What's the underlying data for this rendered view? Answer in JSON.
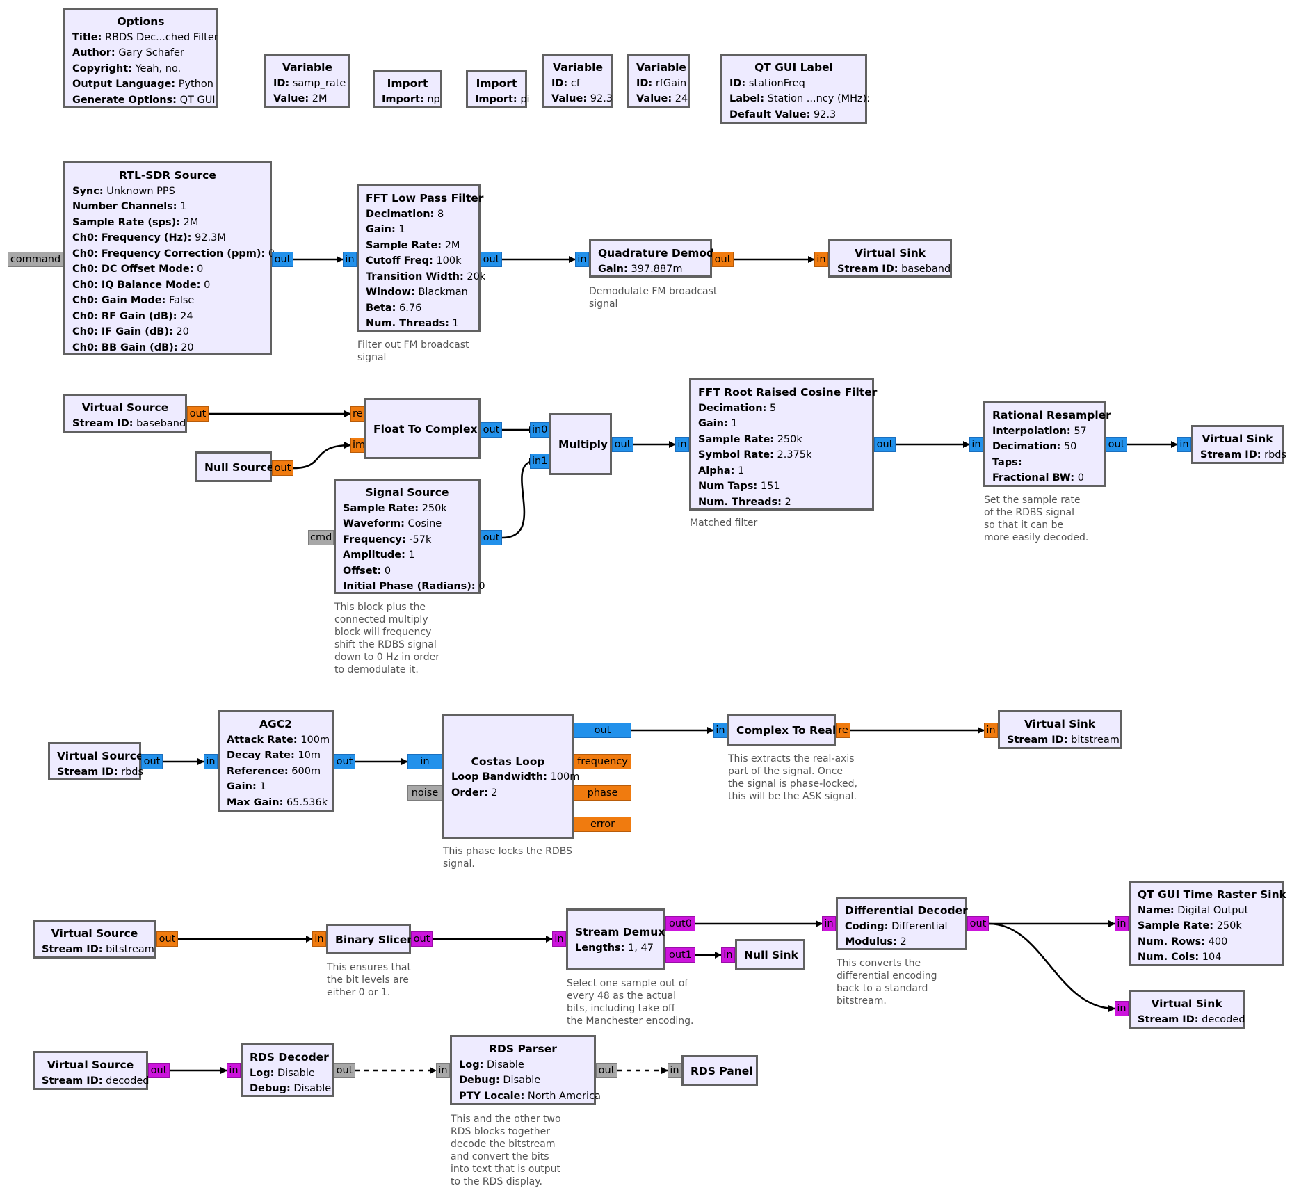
{
  "colors": {
    "block_fill": "#eeebff",
    "block_border": "#616161",
    "complex_port": "#2291eb",
    "float_port": "#f07b0f",
    "byte_port": "#cc14dc",
    "message_port": "#a8a8a8",
    "comment_text": "#555555"
  },
  "blocks": {
    "options": {
      "title": "Options",
      "params": [
        {
          "k": "Title:",
          "v": "RBDS Dec...ched Filter"
        },
        {
          "k": "Author:",
          "v": "Gary Schafer"
        },
        {
          "k": "Copyright:",
          "v": "Yeah, no."
        },
        {
          "k": "Output Language:",
          "v": "Python"
        },
        {
          "k": "Generate Options:",
          "v": "QT GUI"
        }
      ]
    },
    "var_samp_rate": {
      "title": "Variable",
      "params": [
        {
          "k": "ID:",
          "v": "samp_rate"
        },
        {
          "k": "Value:",
          "v": "2M"
        }
      ]
    },
    "import_np": {
      "title": "Import",
      "params": [
        {
          "k": "Import:",
          "v": "np"
        }
      ]
    },
    "import_pi": {
      "title": "Import",
      "params": [
        {
          "k": "Import:",
          "v": "pi"
        }
      ]
    },
    "var_cf": {
      "title": "Variable",
      "params": [
        {
          "k": "ID:",
          "v": "cf"
        },
        {
          "k": "Value:",
          "v": "92.3"
        }
      ]
    },
    "var_rfgain": {
      "title": "Variable",
      "params": [
        {
          "k": "ID:",
          "v": "rfGain"
        },
        {
          "k": "Value:",
          "v": "24"
        }
      ]
    },
    "qt_label": {
      "title": "QT GUI Label",
      "params": [
        {
          "k": "ID:",
          "v": "stationFreq"
        },
        {
          "k": "Label:",
          "v": "Station ...ncy (MHz):"
        },
        {
          "k": "Default Value:",
          "v": "92.3"
        }
      ]
    },
    "rtl_sdr": {
      "title": "RTL-SDR Source",
      "params": [
        {
          "k": "Sync:",
          "v": "Unknown PPS"
        },
        {
          "k": "Number Channels:",
          "v": "1"
        },
        {
          "k": "Sample Rate (sps):",
          "v": "2M"
        },
        {
          "k": "Ch0: Frequency (Hz):",
          "v": "92.3M"
        },
        {
          "k": "Ch0: Frequency Correction (ppm):",
          "v": "0"
        },
        {
          "k": "Ch0: DC Offset Mode:",
          "v": "0"
        },
        {
          "k": "Ch0: IQ Balance Mode:",
          "v": "0"
        },
        {
          "k": "Ch0: Gain Mode:",
          "v": "False"
        },
        {
          "k": "Ch0: RF Gain (dB):",
          "v": "24"
        },
        {
          "k": "Ch0: IF Gain (dB):",
          "v": "20"
        },
        {
          "k": "Ch0: BB Gain (dB):",
          "v": "20"
        }
      ],
      "ports": {
        "command": "command",
        "out": "out"
      }
    },
    "fft_lpf": {
      "title": "FFT Low Pass Filter",
      "params": [
        {
          "k": "Decimation:",
          "v": "8"
        },
        {
          "k": "Gain:",
          "v": "1"
        },
        {
          "k": "Sample Rate:",
          "v": "2M"
        },
        {
          "k": "Cutoff Freq:",
          "v": "100k"
        },
        {
          "k": "Transition Width:",
          "v": "20k"
        },
        {
          "k": "Window:",
          "v": "Blackman"
        },
        {
          "k": "Beta:",
          "v": "6.76"
        },
        {
          "k": "Num. Threads:",
          "v": "1"
        }
      ],
      "ports": {
        "in": "in",
        "out": "out"
      },
      "comment": "Filter out FM broadcast\nsignal"
    },
    "quad_demod": {
      "title": "Quadrature Demod",
      "params": [
        {
          "k": "Gain:",
          "v": "397.887m"
        }
      ],
      "ports": {
        "in": "in",
        "out": "out"
      },
      "comment": "Demodulate FM broadcast\nsignal"
    },
    "vsink_baseband": {
      "title": "Virtual Sink",
      "params": [
        {
          "k": "Stream ID:",
          "v": "baseband"
        }
      ],
      "ports": {
        "in": "in"
      }
    },
    "vsrc_baseband": {
      "title": "Virtual Source",
      "params": [
        {
          "k": "Stream ID:",
          "v": "baseband"
        }
      ],
      "ports": {
        "out": "out"
      }
    },
    "null_source": {
      "title": "Null Source",
      "ports": {
        "out": "out"
      }
    },
    "float_to_complex": {
      "title": "Float To Complex",
      "ports": {
        "re": "re",
        "im": "im",
        "out": "out"
      }
    },
    "multiply": {
      "title": "Multiply",
      "ports": {
        "in0": "in0",
        "in1": "in1",
        "out": "out"
      }
    },
    "signal_source": {
      "title": "Signal Source",
      "params": [
        {
          "k": "Sample Rate:",
          "v": "250k"
        },
        {
          "k": "Waveform:",
          "v": "Cosine"
        },
        {
          "k": "Frequency:",
          "v": "-57k"
        },
        {
          "k": "Amplitude:",
          "v": "1"
        },
        {
          "k": "Offset:",
          "v": "0"
        },
        {
          "k": "Initial Phase (Radians):",
          "v": "0"
        }
      ],
      "ports": {
        "cmd": "cmd",
        "out": "out"
      },
      "comment": "This block plus the\nconnected multiply\nblock will frequency\nshift the RDBS signal\ndown to 0 Hz in order\nto demodulate it."
    },
    "fft_rrc": {
      "title": "FFT Root Raised Cosine Filter",
      "params": [
        {
          "k": "Decimation:",
          "v": "5"
        },
        {
          "k": "Gain:",
          "v": "1"
        },
        {
          "k": "Sample Rate:",
          "v": "250k"
        },
        {
          "k": "Symbol Rate:",
          "v": "2.375k"
        },
        {
          "k": "Alpha:",
          "v": "1"
        },
        {
          "k": "Num Taps:",
          "v": "151"
        },
        {
          "k": "Num. Threads:",
          "v": "2"
        }
      ],
      "ports": {
        "in": "in",
        "out": "out"
      },
      "comment": "Matched filter"
    },
    "rational_resampler": {
      "title": "Rational Resampler",
      "params": [
        {
          "k": "Interpolation:",
          "v": "57"
        },
        {
          "k": "Decimation:",
          "v": "50"
        },
        {
          "k": "Taps:",
          "v": ""
        },
        {
          "k": "Fractional BW:",
          "v": "0"
        }
      ],
      "ports": {
        "in": "in",
        "out": "out"
      },
      "comment": "Set the sample rate\nof the RDBS signal\nso that it can be\nmore easily decoded."
    },
    "vsink_rbds": {
      "title": "Virtual Sink",
      "params": [
        {
          "k": "Stream ID:",
          "v": "rbds"
        }
      ],
      "ports": {
        "in": "in"
      }
    },
    "vsrc_rbds": {
      "title": "Virtual Source",
      "params": [
        {
          "k": "Stream ID:",
          "v": "rbds"
        }
      ],
      "ports": {
        "out": "out"
      }
    },
    "agc2": {
      "title": "AGC2",
      "params": [
        {
          "k": "Attack Rate:",
          "v": "100m"
        },
        {
          "k": "Decay Rate:",
          "v": "10m"
        },
        {
          "k": "Reference:",
          "v": "600m"
        },
        {
          "k": "Gain:",
          "v": "1"
        },
        {
          "k": "Max Gain:",
          "v": "65.536k"
        }
      ],
      "ports": {
        "in": "in",
        "out": "out"
      }
    },
    "costas_loop": {
      "title": "Costas Loop",
      "params": [
        {
          "k": "Loop Bandwidth:",
          "v": "100m"
        },
        {
          "k": "Order:",
          "v": "2"
        }
      ],
      "ports": {
        "in": "in",
        "noise": "noise",
        "out": "out",
        "frequency": "frequency",
        "phase": "phase",
        "error": "error"
      },
      "comment": "This phase locks the RDBS\nsignal."
    },
    "complex_to_real": {
      "title": "Complex To Real",
      "ports": {
        "in": "in",
        "re": "re"
      },
      "comment": "This extracts the real-axis\npart of the signal. Once\nthe signal is phase-locked,\nthis will be the ASK signal."
    },
    "vsink_bitstream": {
      "title": "Virtual Sink",
      "params": [
        {
          "k": "Stream ID:",
          "v": "bitstream"
        }
      ],
      "ports": {
        "in": "in"
      }
    },
    "vsrc_bitstream": {
      "title": "Virtual Source",
      "params": [
        {
          "k": "Stream ID:",
          "v": "bitstream"
        }
      ],
      "ports": {
        "out": "out"
      }
    },
    "binary_slicer": {
      "title": "Binary Slicer",
      "ports": {
        "in": "in",
        "out": "out"
      },
      "comment": "This ensures that\nthe bit levels are\neither 0 or 1."
    },
    "stream_demux": {
      "title": "Stream Demux",
      "params": [
        {
          "k": "Lengths:",
          "v": "1, 47"
        }
      ],
      "ports": {
        "in": "in",
        "out0": "out0",
        "out1": "out1"
      },
      "comment": "Select one sample out of\nevery 48 as the actual\nbits, including take off\nthe Manchester encoding."
    },
    "null_sink": {
      "title": "Null Sink",
      "ports": {
        "in": "in"
      }
    },
    "diff_decoder": {
      "title": "Differential Decoder",
      "params": [
        {
          "k": "Coding:",
          "v": "Differential"
        },
        {
          "k": "Modulus:",
          "v": "2"
        }
      ],
      "ports": {
        "in": "in",
        "out": "out"
      },
      "comment": "This converts the\ndifferential encoding\nback to a standard\nbitstream."
    },
    "qt_raster": {
      "title": "QT GUI Time Raster Sink",
      "params": [
        {
          "k": "Name:",
          "v": "Digital Output"
        },
        {
          "k": "Sample Rate:",
          "v": "250k"
        },
        {
          "k": "Num. Rows:",
          "v": "400"
        },
        {
          "k": "Num. Cols:",
          "v": "104"
        }
      ],
      "ports": {
        "in": "in"
      }
    },
    "vsink_decoded": {
      "title": "Virtual Sink",
      "params": [
        {
          "k": "Stream ID:",
          "v": "decoded"
        }
      ],
      "ports": {
        "in": "in"
      }
    },
    "vsrc_decoded": {
      "title": "Virtual Source",
      "params": [
        {
          "k": "Stream ID:",
          "v": "decoded"
        }
      ],
      "ports": {
        "out": "out"
      }
    },
    "rds_decoder": {
      "title": "RDS Decoder",
      "params": [
        {
          "k": "Log:",
          "v": "Disable"
        },
        {
          "k": "Debug:",
          "v": "Disable"
        }
      ],
      "ports": {
        "in": "in",
        "out": "out"
      }
    },
    "rds_parser": {
      "title": "RDS Parser",
      "params": [
        {
          "k": "Log:",
          "v": "Disable"
        },
        {
          "k": "Debug:",
          "v": "Disable"
        },
        {
          "k": "PTY Locale:",
          "v": "North America"
        }
      ],
      "ports": {
        "in": "in",
        "out": "out"
      },
      "comment": "This and the other two\nRDS blocks together\ndecode the bitstream\nand convert the bits\ninto text that is output\nto the RDS display."
    },
    "rds_panel": {
      "title": "RDS Panel",
      "ports": {
        "in": "in"
      }
    }
  }
}
